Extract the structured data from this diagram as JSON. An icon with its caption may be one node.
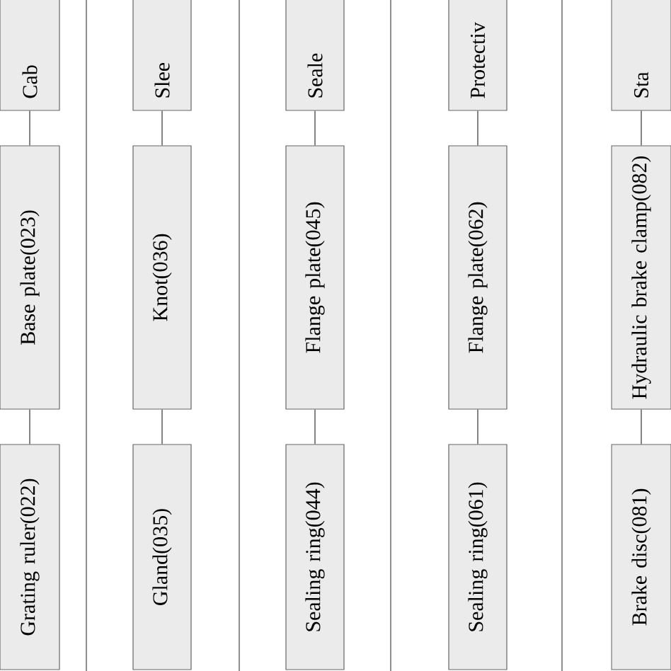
{
  "diagram": {
    "nodes": [
      {
        "text": [
          "Cab"
        ]
      },
      {
        "text": [
          "Base plate(023)"
        ]
      },
      {
        "text": [
          "Grating ruler(022)"
        ]
      },
      {
        "text": [
          "Slee"
        ]
      },
      {
        "text": [
          "Knot(036)"
        ]
      },
      {
        "text": [
          "Gland(035)"
        ]
      },
      {
        "text": [
          "Seale"
        ]
      },
      {
        "text": [
          "Flange plate(045)"
        ]
      },
      {
        "text": [
          "Sealing ring(044)"
        ]
      },
      {
        "text": [
          "Protectiv"
        ]
      },
      {
        "text": [
          "Flange plate(062)"
        ]
      },
      {
        "text": [
          "Sealing ring(061)"
        ]
      },
      {
        "text": [
          "Sta"
        ]
      },
      {
        "text": [
          "Hydraulic brake clamp(082)"
        ]
      },
      {
        "text": [
          "Brake disc(081)"
        ]
      }
    ],
    "edges": [
      {
        "from": 0,
        "to": 1,
        "arrow": "none"
      },
      {
        "from": 1,
        "to": 2,
        "arrow": "none"
      },
      {
        "from": 3,
        "to": 4,
        "arrow": "none"
      },
      {
        "from": 4,
        "to": 5,
        "arrow": "none"
      },
      {
        "from": 6,
        "to": 7,
        "arrow": "none"
      },
      {
        "from": 7,
        "to": 8,
        "arrow": "none"
      },
      {
        "from": 9,
        "to": 10,
        "arrow": "none"
      },
      {
        "from": 10,
        "to": 11,
        "arrow": "none"
      },
      {
        "from": 12,
        "to": 13,
        "arrow": "none"
      },
      {
        "from": 13,
        "to": 14,
        "arrow": "none"
      }
    ]
  }
}
